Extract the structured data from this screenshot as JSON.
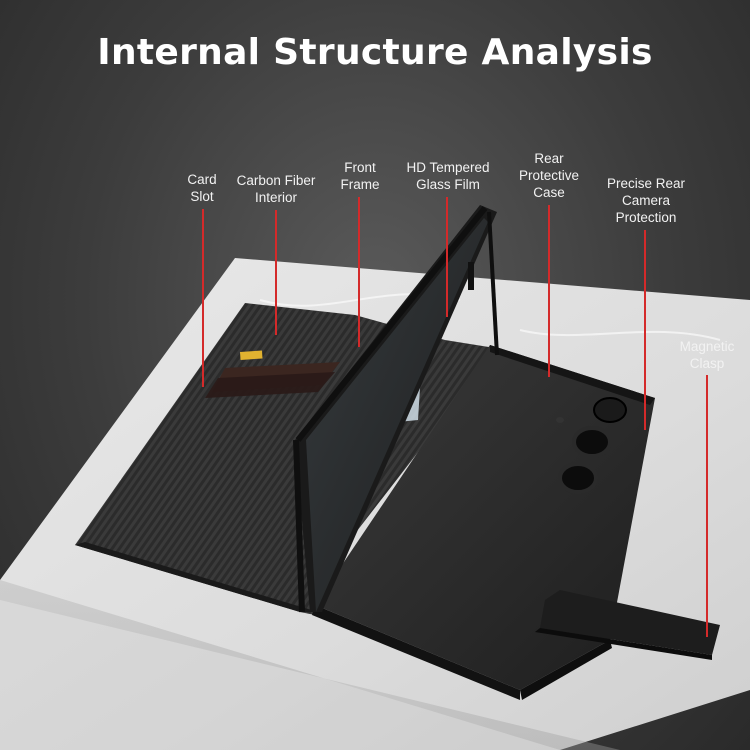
{
  "title": "Internal Structure Analysis",
  "accent_color": "#d42a2a",
  "callouts": [
    {
      "id": "card-slot",
      "lines": [
        "Card",
        "Slot"
      ]
    },
    {
      "id": "carbon-fiber-interior",
      "lines": [
        "Carbon Fiber",
        "Interior"
      ]
    },
    {
      "id": "front-frame",
      "lines": [
        "Front",
        "Frame"
      ]
    },
    {
      "id": "hd-tempered-glass-film",
      "lines": [
        "HD Tempered",
        "Glass Film"
      ]
    },
    {
      "id": "rear-protective-case",
      "lines": [
        "Rear",
        "Protective",
        "Case"
      ]
    },
    {
      "id": "precise-rear-camera-protection",
      "lines": [
        "Precise Rear",
        "Camera",
        "Protection"
      ]
    },
    {
      "id": "magnetic-clasp",
      "lines": [
        "Magnetic",
        "Clasp"
      ]
    }
  ]
}
